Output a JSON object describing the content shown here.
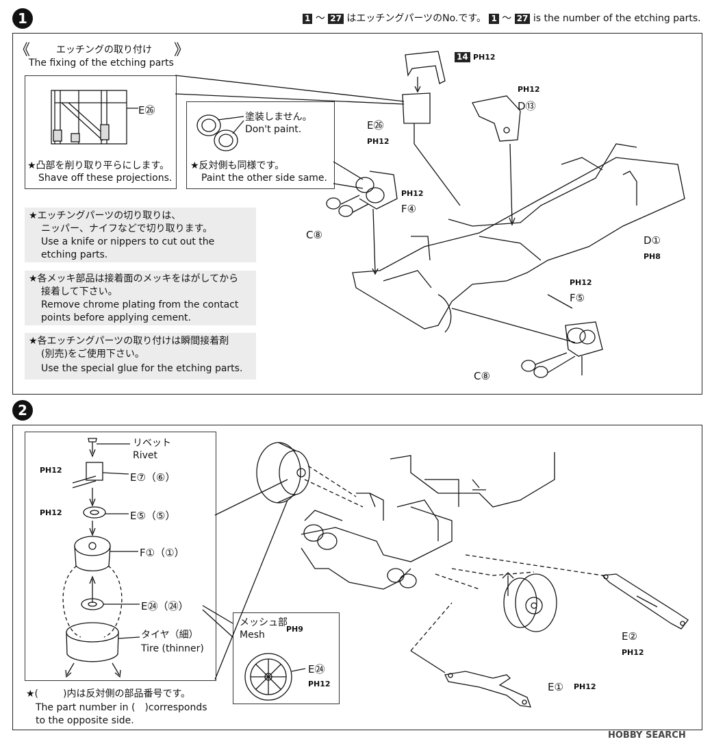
{
  "step1": {
    "number": "1",
    "header": {
      "range_start": "1",
      "range_sep": "～",
      "range_end": "27",
      "jp_text": "はエッチングパーツのNo.です。",
      "en_text": "is the number of the etching parts."
    },
    "etching_box": {
      "title_jp": "エッチングの取り付け",
      "title_en": "The fixing of the etching parts",
      "left_open": "《",
      "right_close": "》",
      "panel_a": {
        "part": "E㉖",
        "note_jp": "★凸部を削り取り平らにします。",
        "note_en": "Shave off these projections."
      },
      "panel_b": {
        "callout_jp": "塗装しません。",
        "callout_en": "Don't paint.",
        "note_jp": "★反対側も同様です。",
        "note_en": "Paint the other side same."
      }
    },
    "notes": [
      {
        "jp": "★エッチングパーツの切り取りは、",
        "jp2": "ニッパー、ナイフなどで切り取ります。",
        "en": "Use a knife or nippers to cut out the",
        "en2": "etching parts."
      },
      {
        "jp": "★各メッキ部品は接着面のメッキをはがしてから",
        "jp2": "接着して下さい。",
        "en": "Remove chrome plating from the contact",
        "en2": "points before applying cement."
      },
      {
        "jp": "★各エッチングパーツの取り付けは瞬間接着剤",
        "jp2": "(別売)をご使用下さい。",
        "en": "Use the special glue for the etching parts.",
        "en2": ""
      }
    ],
    "labels": {
      "p14": "14",
      "p14_ph": "PH12",
      "d13": "D⑬",
      "d13_ph": "PH12",
      "e26": "E㉖",
      "e26_ph": "PH12",
      "f4": "F④",
      "f4_ph": "PH12",
      "c8a": "C⑧",
      "d1": "D①",
      "d1_ph": "PH8",
      "f5": "F⑤",
      "f5_ph": "PH12",
      "c8b": "C⑧"
    }
  },
  "step2": {
    "number": "2",
    "left_box": {
      "rivet_jp": "リベット",
      "rivet_en": "Rivet",
      "e7": "E⑦（⑥）",
      "e7_ph": "PH12",
      "e5": "E⑤（⑤）",
      "e5_ph": "PH12",
      "f1": "F①（①）",
      "e24": "E㉔（㉔）",
      "tire_jp": "タイヤ（細）",
      "tire_en": "Tire (thinner)",
      "footnote_star": "★(",
      "footnote_jp": ")内は反対側の部品番号です。",
      "footnote_en1": "The part number in (　)corresponds",
      "footnote_en2": "to the opposite side."
    },
    "mesh_box": {
      "jp": "メッシュ部",
      "en": "Mesh",
      "ph": "PH9",
      "part": "E㉔",
      "part_ph": "PH12"
    },
    "labels": {
      "e2": "E②",
      "e2_ph": "PH12",
      "e1": "E①",
      "e1_ph": "PH12"
    }
  },
  "watermark": "HOBBY SEARCH"
}
